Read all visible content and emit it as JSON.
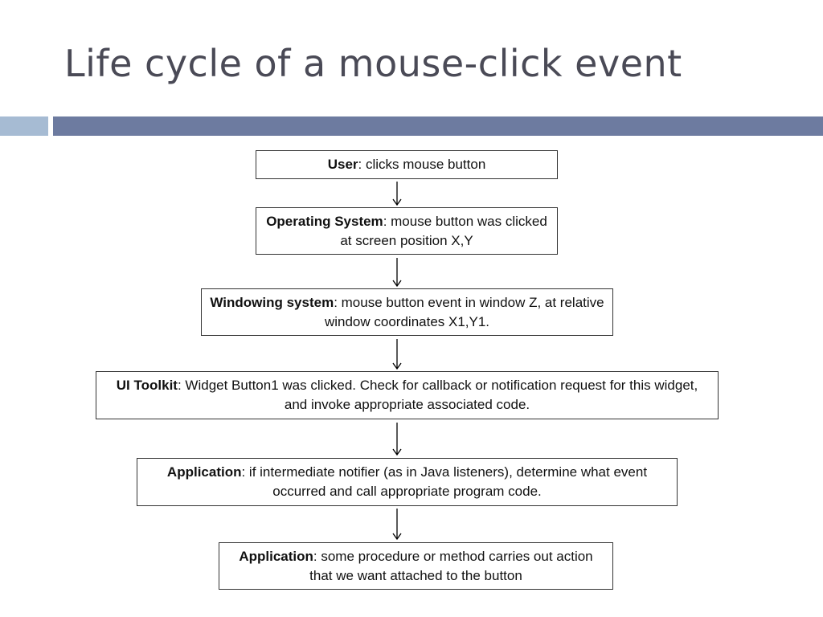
{
  "slide": {
    "title": "Life cycle of a mouse-click event"
  },
  "flow": [
    {
      "actor": "User",
      "text": ": clicks mouse button"
    },
    {
      "actor": "Operating System",
      "text": ": mouse button was clicked at screen position X,Y"
    },
    {
      "actor": "Windowing system",
      "text": ": mouse button event in window Z, at relative window coordinates X1,Y1."
    },
    {
      "actor": "UI Toolkit",
      "text": ": Widget Button1 was clicked. Check for callback or notification request for this widget, and invoke appropriate associated code."
    },
    {
      "actor": "Application",
      "text": ": if intermediate notifier (as in Java listeners), determine what event occurred and call appropriate program code."
    },
    {
      "actor": "Application",
      "text": ": some procedure or method carries out action that we want attached to the button"
    }
  ]
}
